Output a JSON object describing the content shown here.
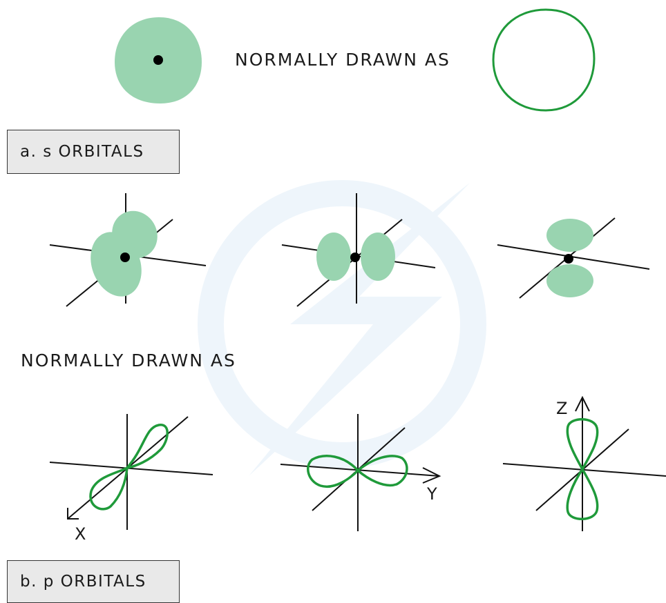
{
  "top": {
    "caption": "NORMALLY  DRAWN  AS"
  },
  "section_a": {
    "label": "a.  s  ORBITALS"
  },
  "middle": {
    "caption": "NORMALLY  DRAWN  AS"
  },
  "section_b": {
    "label": "b.  p  ORBITALS"
  },
  "axes": {
    "x": "X",
    "y": "Y",
    "z": "Z"
  },
  "colors": {
    "lobe_fill": "#99d4b0",
    "lobe_outline": "#1f9a3a",
    "line": "#111111"
  }
}
